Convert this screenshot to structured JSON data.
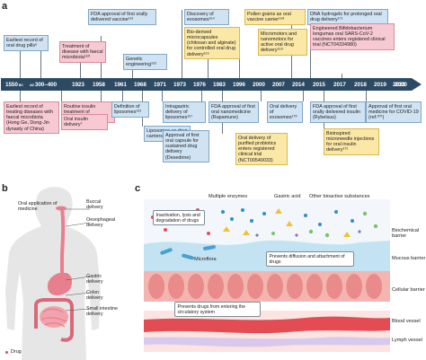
{
  "panel_a": {
    "letter": "a",
    "years": [
      {
        "main": "1550",
        "suffix": " BC"
      },
      {
        "prefix": "AD ",
        "main": "300–400"
      },
      {
        "main": "1923"
      },
      {
        "main": "1958"
      },
      {
        "main": "1961"
      },
      {
        "main": "1968"
      },
      {
        "main": "1971"
      },
      {
        "main": "1973"
      },
      {
        "main": "1976"
      },
      {
        "main": "1983"
      },
      {
        "main": "1996"
      },
      {
        "main": "2000"
      },
      {
        "main": "2007"
      },
      {
        "main": "2014"
      },
      {
        "main": "2015"
      },
      {
        "main": "2017"
      },
      {
        "main": "2018"
      },
      {
        "main": "2019"
      },
      {
        "main": "2020"
      },
      {
        "main": "2021"
      }
    ],
    "boxes_top": [
      {
        "id": "fda-first-oral",
        "text": "FDA approval of first orally delivered vaccine¹⁶¹",
        "color": "blue"
      },
      {
        "id": "exosomes-discovery",
        "text": "Discovery of exosomes¹⁶⁴",
        "color": "blue"
      },
      {
        "id": "pollen",
        "text": "Pollen grains as oral vaccine carrier¹⁶⁸",
        "color": "yellow"
      },
      {
        "id": "dna-hydrogels",
        "text": "DNA hydrogels for prolonged oral drug delivery¹⁷¹",
        "color": "blue"
      },
      {
        "id": "earliest-pills",
        "text": "Earliest record of oral drug pills⁶",
        "color": "blue"
      },
      {
        "id": "faecal-treatment",
        "text": "Treatment of disease with faecal microbiota¹⁶⁰",
        "color": "pink"
      },
      {
        "id": "bio-derived",
        "text": "Bio-derived microcapsules (chitosan and alginate) for controlled oral drug delivery¹⁶⁵",
        "color": "yellow"
      },
      {
        "id": "micromotors",
        "text": "Micromotors and nanomotors for active oral drug delivery¹⁶⁹",
        "color": "yellow"
      },
      {
        "id": "engineered-bifido",
        "text": "Engineered Bifidobacterium longumas oral SARS-CoV-2 vaccines enters registered clinical trial (NCT04334980)",
        "color": "pink"
      },
      {
        "id": "genetic-engineering",
        "text": "Genetic engineering¹⁶²",
        "color": "blue"
      }
    ],
    "boxes_bottom": [
      {
        "id": "earliest-faecal",
        "text": "Earliest record of treating diseases with faecal microbiota (Hong Ge, Dong-Jin dynasty of China)",
        "color": "pink"
      },
      {
        "id": "routine-insulin",
        "text": "Routine insulin treatment of diabetes¹⁵⁹",
        "color": "pink"
      },
      {
        "id": "oral-insulin",
        "text": "Oral insulin delivery⁷",
        "color": "pink"
      },
      {
        "id": "def-liposomes",
        "text": "Definition of liposomes¹⁶³",
        "color": "blue"
      },
      {
        "id": "liposomes-carriers",
        "text": "Liposomes as drug carriers¹⁶⁶",
        "color": "blue"
      },
      {
        "id": "intragastric",
        "text": "Intragastric delivery of liposomes¹⁶⁷",
        "color": "blue"
      },
      {
        "id": "fda-nanomedicine",
        "text": "FDA approval of first oral nanomedicine (Rapamune)",
        "color": "blue"
      },
      {
        "id": "oral-exosomes",
        "text": "Oral delivery of exosomes¹⁷⁰",
        "color": "blue"
      },
      {
        "id": "fda-insulin",
        "text": "FDA approval of first orally delivered insulin (Rybelsus)",
        "color": "blue"
      },
      {
        "id": "approval-dexedrine",
        "text": "Approval of first oral capsule for sustained drug delivery (Dexedrine)",
        "color": "blue"
      },
      {
        "id": "probiotics",
        "text": "Oral delivery of purified probiotics enters registered clinical trial (NCT00540033)",
        "color": "yellow"
      },
      {
        "id": "covid-medicine",
        "text": "Approval of first oral medicine for COVID-19 (ref.²⁰⁷)",
        "color": "blue"
      },
      {
        "id": "microneedle",
        "text": "Bioinspired microneedle injections for oral insulin delivery¹⁷²",
        "color": "yellow"
      }
    ]
  },
  "panel_b": {
    "letter": "b",
    "labels": {
      "oral_application": "Oral application of medicine",
      "buccal": "Buccal delivery",
      "oesophageal": "Oesophageal delivery",
      "gastric": "Gastric delivery",
      "colon": "Colon delivery",
      "small_intestine": "Small intestine delivery",
      "legend": "Drug"
    }
  },
  "panel_c": {
    "letter": "c",
    "top_labels": {
      "enzymes": "Multiple enzymes",
      "gastric_acid": "Gastric acid",
      "bioactive": "Other bioactive substances"
    },
    "callouts": {
      "inactivation": "Inactivation, lysis and degradation of drugs",
      "diffusion": "Prevents diffusion and attachment of drugs",
      "circulatory": "Prevents drugs from entering the circulatory system"
    },
    "microflora": "Microflora",
    "side_labels": {
      "biochemical": "Biochemical barrier",
      "mucous": "Mucous barrier",
      "cellular": "Cellular barrier",
      "blood": "Blood vessel",
      "lymph": "Lymph vessel"
    }
  },
  "colors": {
    "timeline": "#2c4a63",
    "box_blue": "#cfe3f3",
    "box_yellow": "#fbe7a6",
    "box_pink": "#f7c9d3",
    "body_shape": "#e6e6e6",
    "gi_tract": "#e87f8e",
    "mucus": "#c3e3f3",
    "cell_layer": "#f4b4b0",
    "vessel": "#e44c54"
  }
}
